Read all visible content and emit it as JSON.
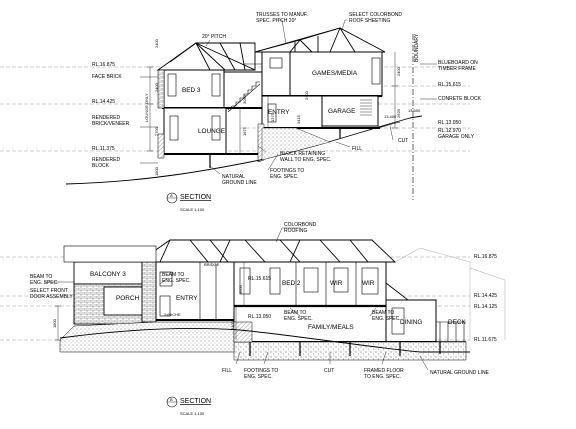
{
  "section_a": {
    "title": "SECTION",
    "marker": "A",
    "scale": "SCALE 1:100",
    "rooms": {
      "bed3": "BED 3",
      "games": "GAMES/MEDIA",
      "entry": "ENTRY",
      "garage": "GARAGE",
      "lounge": "LOUNGE"
    },
    "labels": {
      "trusses": "TRUSSES TO MANUF.",
      "trusses2": "SPEC. PITCH 20°",
      "colorbond": "SELECT COLORBOND",
      "colorbond2": "ROOF SHEETING",
      "pitch": "20° PITCH",
      "face_brick": "FACE BRICK",
      "rendered_brick": "RENDERED",
      "rendered_brick2": "BRICK/VENEER",
      "rendered_block": "RENDERED",
      "rendered_block2": "BLOCK",
      "blueboard": "BLUEBOARD ON",
      "blueboard2": "TIMBER FRAME",
      "concrete": "CONRETE BLOCK",
      "garage_only": "GARAGE ONLY",
      "fill": "FILL",
      "cut": "CUT",
      "retaining": "BLOCK RETAINING",
      "retaining2": "WALL TO ENG. SPEC.",
      "footings": "FOOTINGS TO",
      "footings2": "ENG. SPEC.",
      "natural": "NATURAL",
      "natural2": "GROUND LINE",
      "boundary": "BOUNDARY",
      "lounge_only": "LOUNGE ONLY"
    },
    "levels": {
      "rl1": "RL.16.875",
      "rl2": "RL.14.425",
      "rl3": "RL.11.375",
      "rl4": "RL.15.615",
      "rl5": "RL.13.050",
      "rl6": "RL.12.970",
      "rl7": "13.400",
      "rl8": "13.600"
    },
    "dims": {
      "d1": "2400",
      "d2": "2400",
      "d3": "2700",
      "d4": "1800",
      "d5": "1675",
      "d6": "3050",
      "d7": "2400",
      "d8": "1375",
      "d9": "3415",
      "d10": "2400",
      "d11": "2620"
    }
  },
  "section_b": {
    "title": "SECTION",
    "marker": "B",
    "scale": "SCALE 1:100",
    "rooms": {
      "balcony": "BALCONY 3",
      "porch": "PORCH",
      "entry": "ENTRY",
      "bridge": "BRIDGE",
      "bed2": "BED 2",
      "wir1": "WIR",
      "wir2": "WIR",
      "family": "FAMILY/MEALS",
      "dining": "DINING",
      "deck": "DECK"
    },
    "labels": {
      "colorbond": "COLORBOND",
      "colorbond2": "ROOFING",
      "beam1": "BEAM TO",
      "beam1b": "ENG. SPEC.",
      "select_door": "SELECT FRONT",
      "select_door2": "DOOR ASSEMBLY",
      "beam2": "BEAM TO",
      "beam2b": "ENG. SPEC.",
      "beam3": "BEAM TO",
      "beam3b": "ENG. SPEC.",
      "beam4": "BEAM TO",
      "beam4b": "ENG. SPEC.",
      "niche": "2xNICHE",
      "fill": "FILL",
      "footings": "FOOTINGS TO",
      "footings2": "ENG. SPEC.",
      "cut": "CUT",
      "framed": "FRAMED FLOOR",
      "framed2": "TO ENG. SPEC.",
      "natural": "NATURAL GROUND LINE"
    },
    "levels": {
      "rl1": "RL.16.875",
      "rl2": "RL.14.425",
      "rl3": "RL.14.125",
      "rl4": "RL.11.675",
      "rl5": "RL.15.615",
      "rl6": "RL.13.050"
    },
    "dims": {
      "d1": "3600",
      "d2": "1800",
      "d3": "2400"
    }
  }
}
